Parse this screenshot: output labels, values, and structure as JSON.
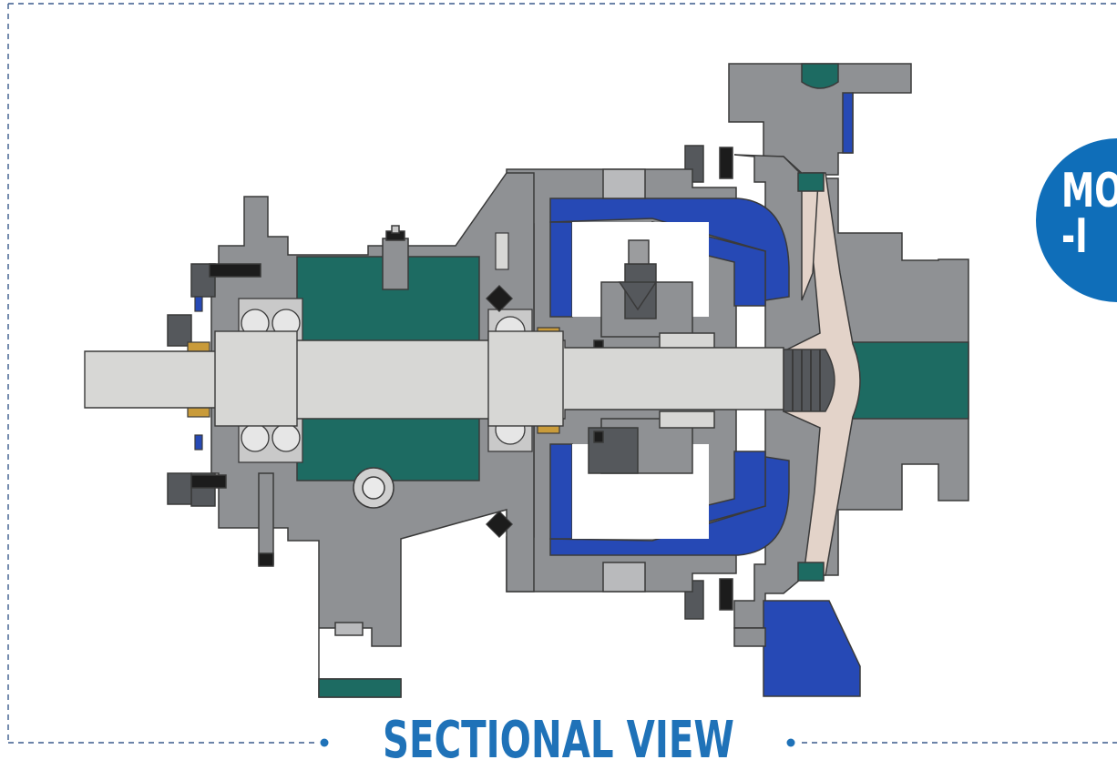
{
  "title": "SECTIONAL VIEW",
  "badge": {
    "line1": "MO",
    "line2": "-I"
  },
  "colors": {
    "title": "#1f72b8",
    "badge": "#0f6eb9",
    "frame": "#3a5a8c",
    "casing": "#8f9194",
    "casing_dark": "#55585c",
    "shaft": "#d7d7d5",
    "magnet_blue": "#2649b5",
    "teal": "#1d6b62",
    "impeller": "#e3d3c9",
    "brass": "#c99b3a",
    "outline": "#3a3a3a"
  }
}
